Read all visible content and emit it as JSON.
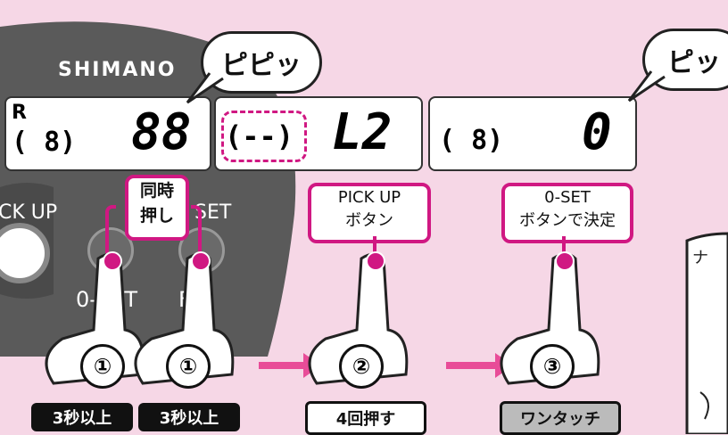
{
  "brand": "SHIMANO",
  "bubbles": {
    "left": "ピピッ",
    "right": "ピッ"
  },
  "panel1": {
    "r_label": "R",
    "paren": "( 8)",
    "big": "88"
  },
  "panel2": {
    "paren": "(--)",
    "big": "L2"
  },
  "panel3": {
    "paren": "( 8)",
    "big": "0"
  },
  "left_device": {
    "pickup_text": "CK UP",
    "set_text": "SET",
    "zero_set": "0-SET",
    "fs": "FS"
  },
  "labels": {
    "simultaneous": [
      "同時",
      "押し"
    ],
    "pickup_button": [
      "PICK UP",
      "ボタン"
    ],
    "zeroset_button": [
      "0-SET",
      "ボタンで決定"
    ]
  },
  "steps": [
    "①",
    "①",
    "②",
    "③"
  ],
  "badges": [
    "3秒以上",
    "3秒以上",
    "4回押す",
    "ワンタッチ"
  ],
  "colors": {
    "accent": "#d01882",
    "bg": "#f6d7e6",
    "device": "#5a5a5a"
  }
}
